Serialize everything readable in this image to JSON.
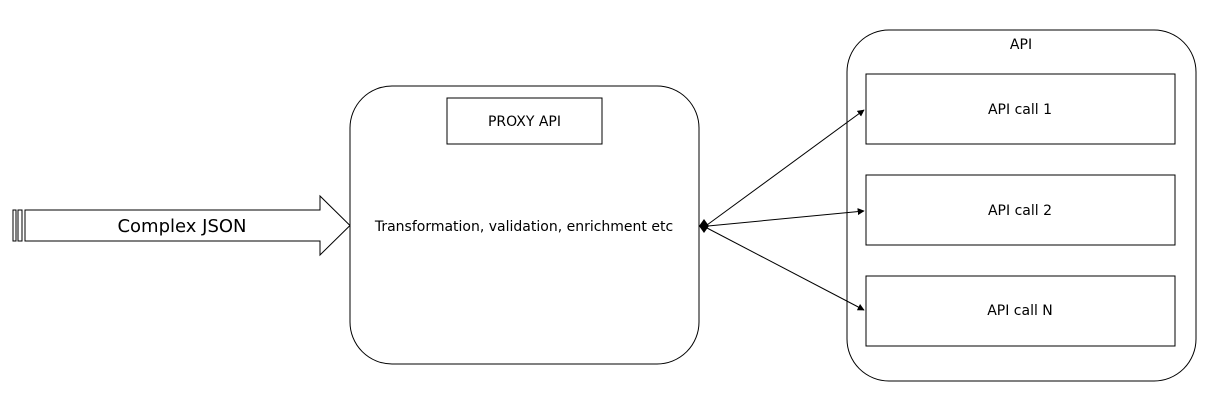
{
  "diagram": {
    "input_arrow": {
      "label": "Complex JSON"
    },
    "proxy": {
      "title": "PROXY API",
      "description": "Transformation, validation, enrichment etc"
    },
    "api_group": {
      "title": "API",
      "calls": [
        {
          "label": "API call 1"
        },
        {
          "label": "API call 2"
        },
        {
          "label": "API call N"
        }
      ]
    },
    "colors": {
      "stroke": "#000000",
      "fill": "#ffffff",
      "background": "#ffffff"
    }
  }
}
